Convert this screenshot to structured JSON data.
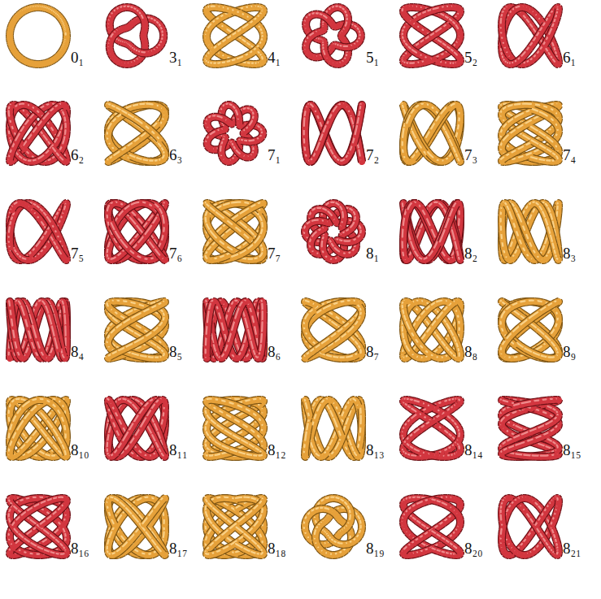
{
  "diagram": {
    "labels": [
      "0₁",
      "3₁",
      "4₁",
      "5₁",
      "5₂",
      "6₁",
      "6₂",
      "6₃",
      "7₁",
      "7₂",
      "7₃",
      "7₄",
      "7₅",
      "7₆",
      "7₇",
      "8₁",
      "8₂",
      "8₃",
      "8₄",
      "8₅",
      "8₆",
      "8₇",
      "8₈",
      "8₉",
      "8₁₀",
      "8₁₁",
      "8₁₂",
      "8₁₃",
      "8₁₄",
      "8₁₅",
      "8₁₆",
      "8₁₇",
      "8₁₈",
      "8₁₉",
      "8₂₀",
      "8₂₁"
    ]
  }
}
